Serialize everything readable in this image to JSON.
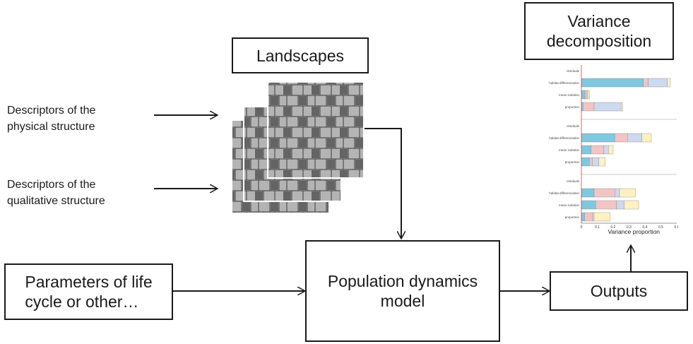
{
  "labels": {
    "physical": "Descriptors of the\nphysical structure",
    "qualitative": "Descriptors of the\nqualitative structure"
  },
  "boxes": {
    "landscapes": "Landscapes",
    "variance": "Variance\ndecomposition",
    "parameters": "Parameters of life\ncycle or other…",
    "model": "Population dynamics\nmodel",
    "outputs": "Outputs"
  },
  "colors": {
    "stroke": "#1a1a1a",
    "seg1": "#7fc8e0",
    "seg2": "#f3c4c4",
    "seg3": "#cdd9ee",
    "seg4": "#fff1c2",
    "map_light": "#b4b4b4",
    "map_dark": "#646464"
  },
  "chart_data": {
    "type": "bar",
    "orientation": "horizontal",
    "stacked": true,
    "xlabel": "Variance proportion",
    "xlim": [
      0,
      0.6
    ],
    "x_ticks": [
      "0",
      "0.1",
      "0.2",
      "0.3",
      "0.4",
      "0.5",
      "0.6"
    ],
    "panels": [
      {
        "categories": [
          "residuals",
          "habitat differenciation",
          "mean isolation",
          "proportion"
        ],
        "bars": [
          [],
          [
            0.39,
            0.03,
            0.12,
            0.02
          ],
          [
            0.02,
            0.01,
            0.01,
            0.01
          ],
          [
            0.01,
            0.07,
            0.17,
            0.01
          ]
        ]
      },
      {
        "categories": [
          "residuals",
          "habitat differenciation",
          "mean isolation",
          "proportion"
        ],
        "bars": [
          [],
          [
            0.21,
            0.08,
            0.09,
            0.06
          ],
          [
            0.06,
            0.08,
            0.03,
            0.03
          ],
          [
            0.05,
            0.02,
            0.04,
            0.04
          ]
        ]
      },
      {
        "categories": [
          "residuals",
          "habitat differenciation",
          "mean isolation",
          "proportion"
        ],
        "bars": [
          [],
          [
            0.08,
            0.13,
            0.03,
            0.1
          ],
          [
            0.09,
            0.13,
            0.05,
            0.09
          ],
          [
            0.02,
            0.05,
            0.01,
            0.1
          ]
        ]
      }
    ]
  }
}
